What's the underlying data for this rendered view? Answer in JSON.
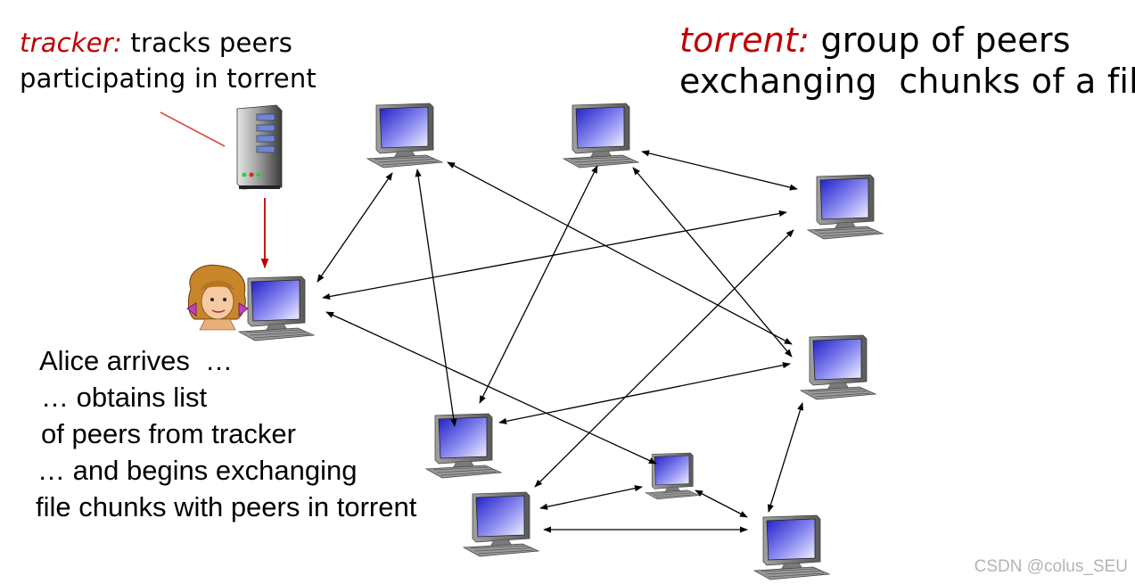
{
  "tracker_caption": {
    "term": "tracker:",
    "line1_rest": " tracks peers",
    "line2": "participating in torrent"
  },
  "torrent_caption": {
    "term": "torrent:",
    "line1_rest": " group of peers",
    "line2": "exchanging  chunks of a file"
  },
  "alice_caption": {
    "lines": [
      "Alice arrives  …",
      "… obtains list",
      "of peers from tracker",
      "… and begins exchanging",
      "file chunks with peers in torrent"
    ]
  },
  "watermark": "CSDN @colus_SEU",
  "colors": {
    "accent_red": "#c00000",
    "arrow": "#000000",
    "screen": "#3a3ad8",
    "monitor": "#8a8a8a"
  },
  "icons": [
    "server-icon",
    "alice-avatar-icon",
    "computer-icon"
  ]
}
